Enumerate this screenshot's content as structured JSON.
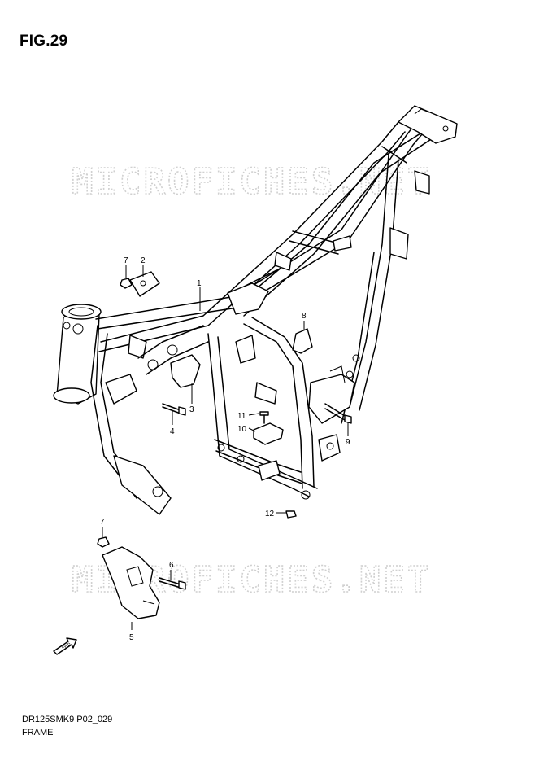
{
  "figure": {
    "title": "FIG.29",
    "code": "DR125SMK9 P02_029",
    "name": "FRAME"
  },
  "watermark": {
    "text": "MICROFICHES.NET",
    "color": "#d0d0d0"
  },
  "fwd_label": "FWD",
  "callouts": [
    {
      "id": "1",
      "label": "1"
    },
    {
      "id": "2",
      "label": "2"
    },
    {
      "id": "3",
      "label": "3"
    },
    {
      "id": "4",
      "label": "4"
    },
    {
      "id": "5",
      "label": "5"
    },
    {
      "id": "6",
      "label": "6"
    },
    {
      "id": "7a",
      "label": "7"
    },
    {
      "id": "7b",
      "label": "7"
    },
    {
      "id": "8",
      "label": "8"
    },
    {
      "id": "9",
      "label": "9"
    },
    {
      "id": "10",
      "label": "10"
    },
    {
      "id": "11",
      "label": "11"
    },
    {
      "id": "12",
      "label": "12"
    }
  ]
}
